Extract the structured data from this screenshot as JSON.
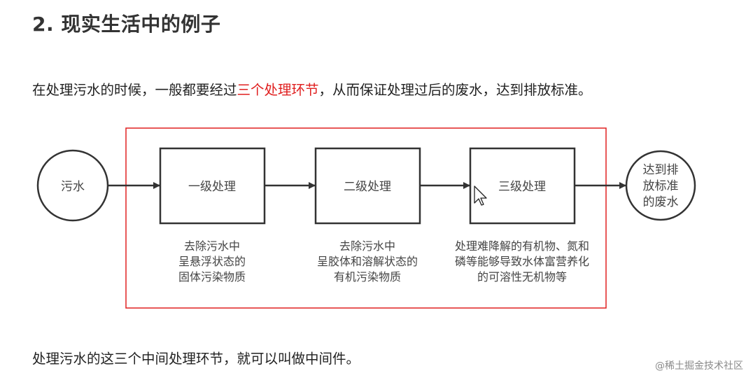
{
  "heading": "2. 现实生活中的例子",
  "paragraph": {
    "before": "在处理污水的时候，一般都要经过",
    "highlight": "三个处理环节",
    "after": "，从而保证处理过后的废水，达到排放标准。"
  },
  "diagram": {
    "start_label": "污水",
    "end_label_lines": [
      "达到排",
      "放标准",
      "的废水"
    ],
    "stages": [
      {
        "label": "一级处理",
        "desc": [
          "去除污水中",
          "呈悬浮状态的",
          "固体污染物质"
        ]
      },
      {
        "label": "二级处理",
        "desc": [
          "去除污水中",
          "呈胶体和溶解状态的",
          "有机污染物质"
        ]
      },
      {
        "label": "三级处理",
        "desc": [
          "处理难降解的有机物、氮和",
          "磷等能够导致水体富营养化",
          "的可溶性无机物等"
        ]
      }
    ],
    "colors": {
      "frame": "#e02020",
      "stroke": "#333333",
      "text": "#444444"
    }
  },
  "footer_paragraph": "处理污水的这三个中间处理环节，就可以叫做中间件。",
  "watermark": "@稀土掘金技术社区"
}
